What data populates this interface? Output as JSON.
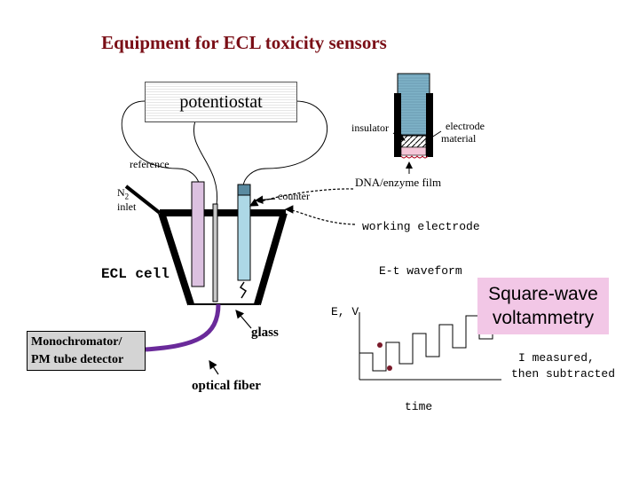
{
  "title": "Equipment for ECL toxicity sensors",
  "labels": {
    "potentiostat": "potentiostat",
    "insulator": "insulator",
    "electrode_material_1": "electrode",
    "electrode_material_2": "material",
    "reference": "reference",
    "n2_inlet_1": "N",
    "n2_sub": "2",
    "n2_inlet_2": "inlet",
    "counter": "counter",
    "dna_film": "DNA/enzyme film",
    "working_electrode": "working electrode",
    "ecl_cell": "ECL cell",
    "e_t_waveform": "E-t waveform",
    "e_v": "E, V",
    "glass": "glass",
    "optical_fiber": "optical fiber",
    "time": "time",
    "i_measured_1": "I measured,",
    "i_measured_2": "then subtracted",
    "monochromator_1": "Monochromator/",
    "monochromator_2": "PM tube detector",
    "square_wave_1": "Square-wave",
    "square_wave_2": "voltammetry"
  },
  "colors": {
    "title": "#7a0e16",
    "reference_electrode": "#dcc1e0",
    "working_rod": "#add8e6",
    "fiber": "#6a2a9a",
    "sample_dot": "#7a1a2a",
    "highlight_box": "#f2c7e6"
  }
}
